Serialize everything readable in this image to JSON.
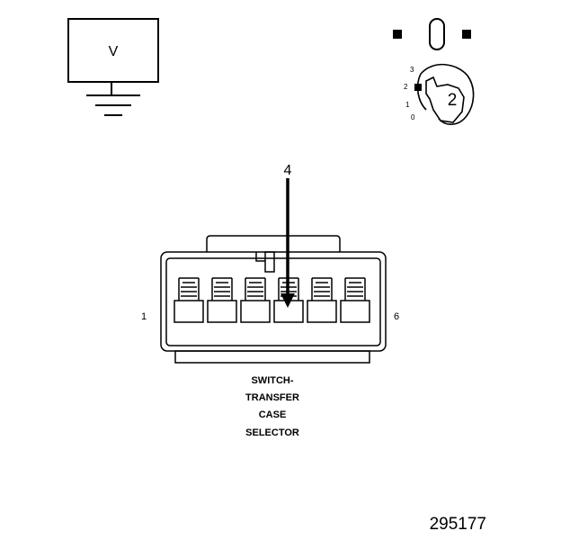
{
  "voltmeter": {
    "label": "V"
  },
  "ignition": {
    "positions": [
      "3",
      "2",
      "1",
      "0"
    ],
    "key_number": "2"
  },
  "connector": {
    "probe_cavity": "4",
    "left_pin": "1",
    "right_pin": "6",
    "caption_lines": [
      "SWITCH-",
      "TRANSFER",
      "CASE",
      "SELECTOR"
    ]
  },
  "figure_id": "295177",
  "colors": {
    "line": "#000000",
    "background": "#ffffff"
  }
}
